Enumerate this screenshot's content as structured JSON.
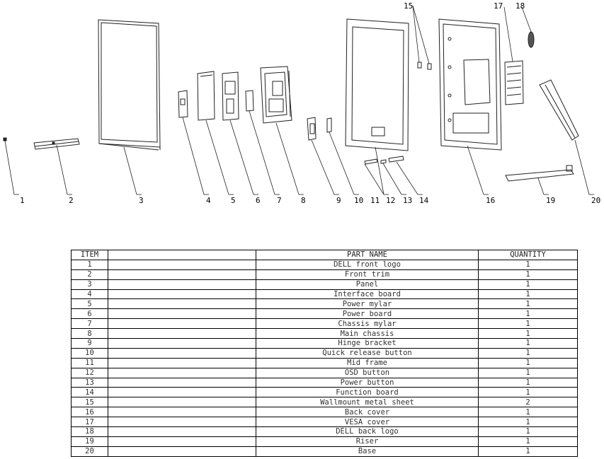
{
  "callouts": [
    "1",
    "2",
    "3",
    "4",
    "5",
    "6",
    "7",
    "8",
    "9",
    "10",
    "11",
    "12",
    "13",
    "14",
    "15",
    "16",
    "17",
    "18",
    "19",
    "20"
  ],
  "table": {
    "headers": [
      "ITEM",
      "",
      "PART NAME",
      "QUANTITY"
    ],
    "rows": [
      {
        "item": "1",
        "name": "DELL front logo",
        "qty": "1"
      },
      {
        "item": "2",
        "name": "Front trim",
        "qty": "1"
      },
      {
        "item": "3",
        "name": "Panel",
        "qty": "1"
      },
      {
        "item": "4",
        "name": "Interface board",
        "qty": "1"
      },
      {
        "item": "5",
        "name": "Power mylar",
        "qty": "1"
      },
      {
        "item": "6",
        "name": "Power board",
        "qty": "1"
      },
      {
        "item": "7",
        "name": "Chassis mylar",
        "qty": "1"
      },
      {
        "item": "8",
        "name": "Main chassis",
        "qty": "1"
      },
      {
        "item": "9",
        "name": "Hinge bracket",
        "qty": "1"
      },
      {
        "item": "10",
        "name": "Quick release button",
        "qty": "1"
      },
      {
        "item": "11",
        "name": "Mid frame",
        "qty": "1"
      },
      {
        "item": "12",
        "name": "OSD button",
        "qty": "1"
      },
      {
        "item": "13",
        "name": "Power button",
        "qty": "1"
      },
      {
        "item": "14",
        "name": "Function board",
        "qty": "1"
      },
      {
        "item": "15",
        "name": "Wallmount metal sheet",
        "qty": "2"
      },
      {
        "item": "16",
        "name": "Back cover",
        "qty": "1"
      },
      {
        "item": "17",
        "name": "VESA cover",
        "qty": "1"
      },
      {
        "item": "18",
        "name": "DELL back logo",
        "qty": "1"
      },
      {
        "item": "19",
        "name": "Riser",
        "qty": "1"
      },
      {
        "item": "20",
        "name": "Base",
        "qty": "1"
      }
    ]
  }
}
